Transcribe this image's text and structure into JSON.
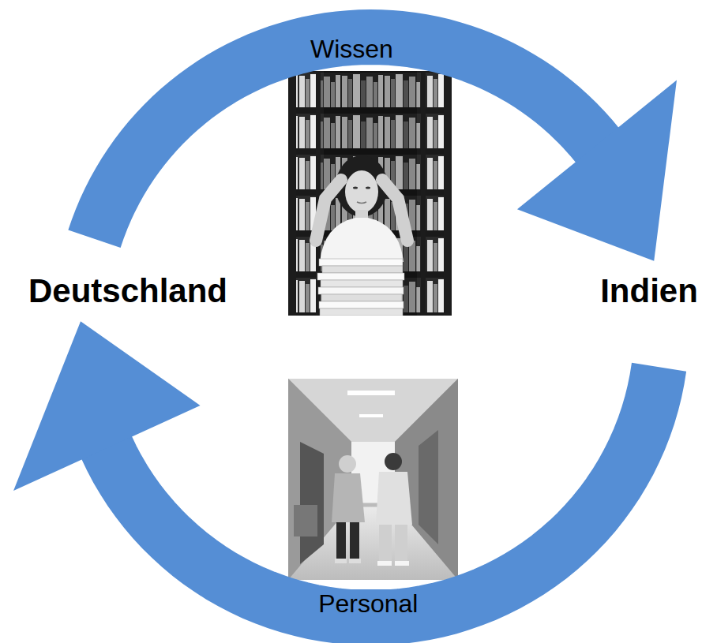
{
  "diagram": {
    "nodes": [
      {
        "text": [
          "Deutschland"
        ]
      },
      {
        "text": [
          "Indien"
        ]
      }
    ],
    "edges": [
      {
        "from": 0,
        "to": 1,
        "arrow": "to",
        "label": "Wissen"
      },
      {
        "from": 1,
        "to": 0,
        "arrow": "to",
        "label": "Personal"
      }
    ]
  }
}
